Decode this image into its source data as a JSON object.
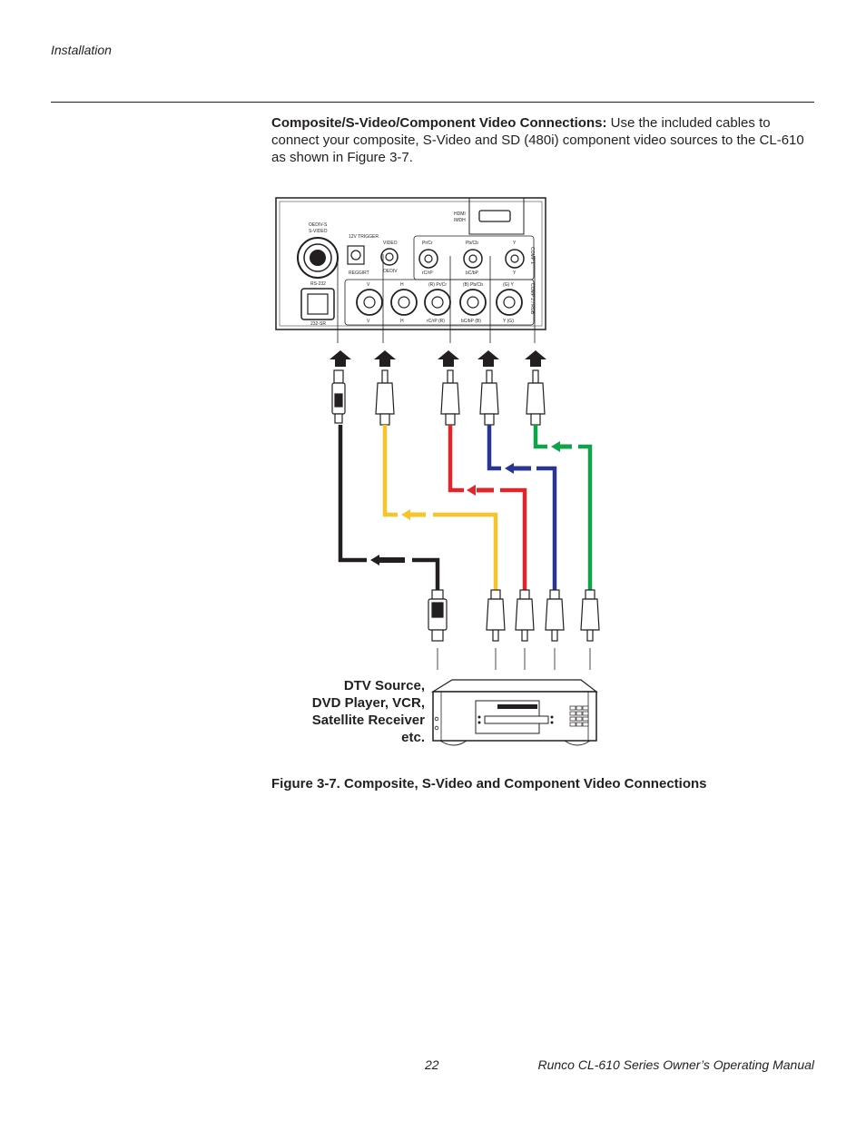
{
  "header": {
    "section": "Installation"
  },
  "intro": {
    "heading": "Composite/S-Video/Component Video Connections:",
    "body": " Use the included cables to connect your composite, S-Video and SD (480i) component video sources to the CL-610 as shown in Figure 3-7."
  },
  "panel_labels": {
    "hdmi": "HDMI",
    "hdmi_mirror": "IMDH",
    "svideo": "S-VIDEO",
    "svideo2": "OEDIV-S",
    "trigger": "12V TRIGGER",
    "trigger_mirror": "REGGIRT",
    "video": "VIDEO",
    "video_mirror": "OEDIV",
    "pr": "Pr/Cr",
    "pb": "Pb/Cb",
    "y": "Y",
    "pr_mirror": "rC/rP",
    "pb_mirror": "bC/bP",
    "y_mirror": "Y",
    "comp1": "COMP 1",
    "comp2": "COMP 2 / RGB",
    "rs232": "RS-232",
    "rs232_mirror": "232-SR",
    "v": "V",
    "h": "H",
    "rpr": "(R) Pr/Cr",
    "bpb": "(B) Pb/Cb",
    "gy": "(G) Y",
    "v_mirror": "V",
    "h_mirror": "H",
    "rpr_mirror": "rC/rP (R)",
    "bpb_mirror": "bC/bP (B)",
    "gy_mirror": "Y (G)"
  },
  "cable_colors": {
    "svideo": "#231f20",
    "composite": "#f7c52b",
    "pr": "#e1262b",
    "pb": "#283593",
    "y": "#0fa34a"
  },
  "source_label": {
    "line1": "DTV Source,",
    "line2": "DVD Player, VCR,",
    "line3": "Satellite Receiver",
    "line4": "etc."
  },
  "caption": "Figure 3-7. Composite, S-Video and Component Video Connections",
  "footer": {
    "page": "22",
    "title": "Runco CL-610 Series Owner’s Operating Manual"
  }
}
